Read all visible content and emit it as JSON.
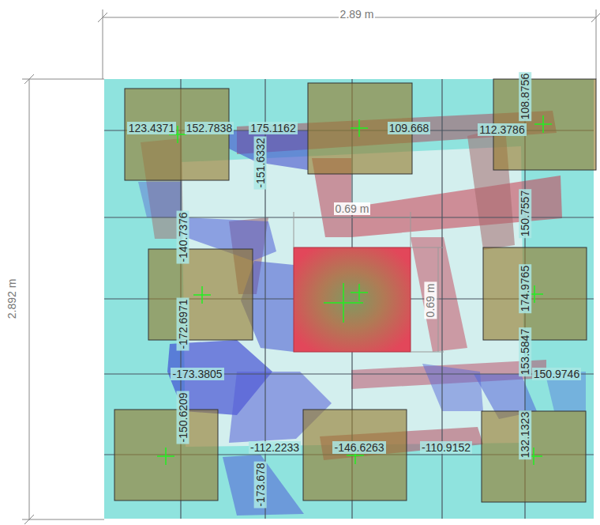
{
  "diagram": {
    "labels": [
      "2.89 m",
      "2.892 m",
      "0.69 m",
      "0.69 m",
      "123.4371",
      "152.7838",
      "175.1162",
      "109.668",
      "112.3786",
      "108.8756",
      "-151.6332",
      "150.7557",
      "-140.7376",
      "-172.6971",
      "174.9765",
      "-173.3805",
      "-150.6209",
      "153.5847",
      "150.9746",
      "132.1323",
      "-173.678",
      "-112.2233",
      "-146.6263",
      "-110.9152"
    ]
  }
}
